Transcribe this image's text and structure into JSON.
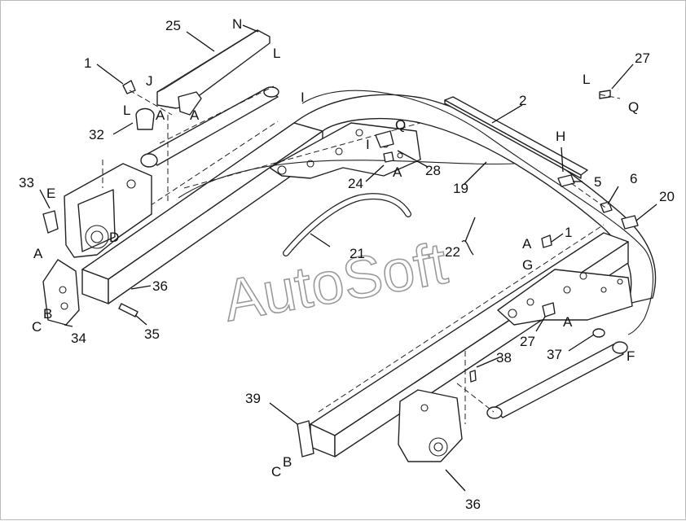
{
  "watermark": "AutoSoft",
  "callouts": {
    "c1a": "1",
    "c1b": "1",
    "c2": "2",
    "c5": "5",
    "c6": "6",
    "c19": "19",
    "c20": "20",
    "c21": "21",
    "c22": "22",
    "c24": "24",
    "c25": "25",
    "c27a": "27",
    "c27b": "27",
    "c28": "28",
    "c32": "32",
    "c33": "33",
    "c34": "34",
    "c35": "35",
    "c36a": "36",
    "c36b": "36",
    "c37": "37",
    "c38": "38",
    "c39": "39"
  },
  "letters": {
    "n": "N",
    "l1": "L",
    "j": "J",
    "l2": "L",
    "a1": "A",
    "a2": "A",
    "i1": "I",
    "q1": "Q",
    "i2": "I",
    "a3": "A",
    "h": "H",
    "l3": "L",
    "q2": "Q",
    "e": "E",
    "d": "D",
    "a4": "A",
    "b1": "B",
    "c1": "C",
    "a5": "A",
    "g": "G",
    "a6": "A",
    "f": "F",
    "b2": "B",
    "c2": "C"
  }
}
